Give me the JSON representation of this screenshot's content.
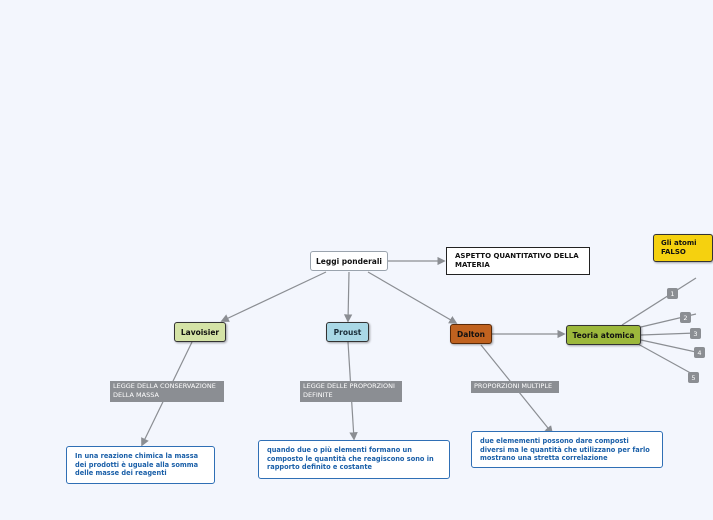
{
  "nodes": {
    "main": "Leggi ponderali",
    "aspetto": "ASPETTO QUANTITATIVO DELLA MATERIA",
    "lavoisier": "Lavoisier",
    "proust": "Proust",
    "dalton": "Dalton",
    "teoria": "Teoria atomica",
    "falso": "Gli atomi FALSO"
  },
  "labels": {
    "lavoisier": "LEGGE DELLA CONSERVAZIONE DELLA MASSA",
    "proust": "LEGGE DELLE PROPORZIONI DEFINITE",
    "dalton": "PROPORZIONI MULTIPLE"
  },
  "descriptions": {
    "lavoisier": "In una reazione chimica la massa dei prodotti è uguale alla somma delle masse dei reagenti",
    "proust": "quando due o più elementi formano un composto le quantità che reagiscono sono in rapporto definito e costante",
    "dalton": "due elemementi possono dare composti diversi ma le quantità che utilizzano per farlo mostrano una stretta correlazione"
  },
  "badges": [
    "1",
    "2",
    "3",
    "4",
    "5"
  ],
  "colors": {
    "background": "#f3f6fd",
    "connector": "#8b8e93",
    "lavoisier": "#d4e3a6",
    "proust": "#a9d8e6",
    "dalton": "#c0621f",
    "teoria": "#9cb83b",
    "falso": "#f5d10f",
    "desc_text": "#1a5fa8"
  }
}
